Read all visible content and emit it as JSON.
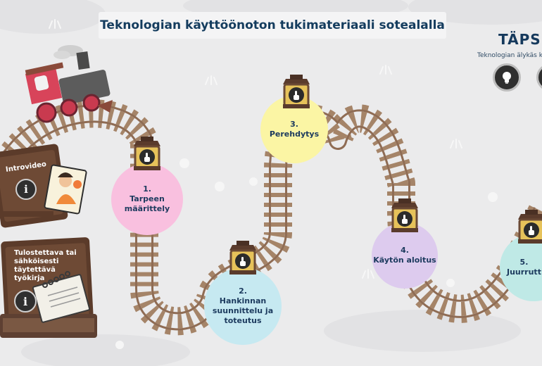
{
  "header": {
    "title": "Teknologian käyttöönoton tukimateriaali sotealalla"
  },
  "brand": {
    "name": "TÄPS",
    "subtitle": "Teknologian älykäs k"
  },
  "resources": [
    {
      "label": "Introvideo",
      "icon": "info-icon"
    },
    {
      "label": "Tulostettava tai sähköisesti täytettävä työkirja",
      "icon": "info-icon"
    }
  ],
  "steps": [
    {
      "number": "1.",
      "label": "Tarpeen määrittely",
      "color": "#f9c0df"
    },
    {
      "number": "2.",
      "label": "Hankinnan suunnittelu ja toteutus",
      "color": "#c6e9f1"
    },
    {
      "number": "3.",
      "label": "Perehdytys",
      "color": "#fbf5a4"
    },
    {
      "number": "4.",
      "label": "Käytön aloitus",
      "color": "#ddcbee"
    },
    {
      "number": "5.",
      "label": "Juurrutt",
      "color": "#bfe9e6"
    }
  ],
  "icons": {
    "lightbulb": "lightbulb-icon",
    "hand": "pointer-hand-icon",
    "train": "train-icon"
  }
}
